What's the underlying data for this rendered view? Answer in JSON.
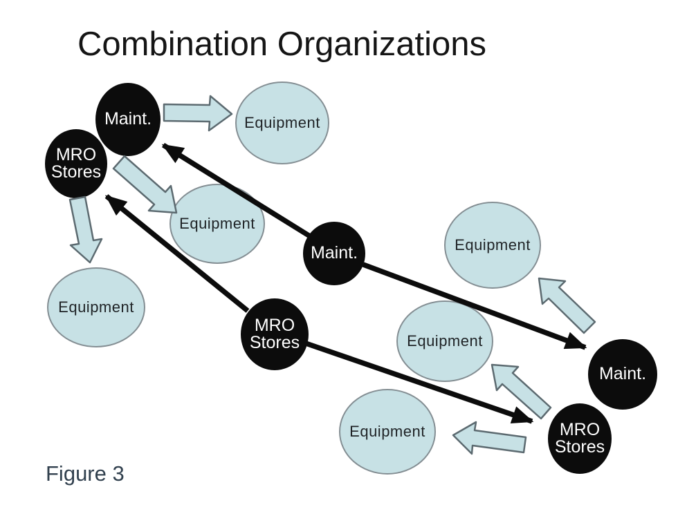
{
  "title": "Combination Organizations",
  "caption": "Figure 3",
  "colors": {
    "background": "#ffffff",
    "node_black_fill": "#0c0c0c",
    "node_black_text": "#ffffff",
    "node_blue_fill": "#c7e1e5",
    "node_blue_border": "#848e93",
    "block_arrow_fill": "#c7e1e5",
    "block_arrow_border": "#5c6a70",
    "black_arrow": "#0c0c0c",
    "caption_text": "#31404e",
    "title_text": "#151515"
  },
  "nodes": [
    {
      "id": "maint-top-left",
      "label": "Maint.",
      "type": "black-circle"
    },
    {
      "id": "mro-top-left",
      "label": "MRO\nStores",
      "type": "black-circle"
    },
    {
      "id": "equipment-top",
      "label": "Equipment",
      "type": "blue-ellipse"
    },
    {
      "id": "equipment-mid-left",
      "label": "Equipment",
      "type": "blue-ellipse"
    },
    {
      "id": "equipment-bottom-left",
      "label": "Equipment",
      "type": "blue-ellipse"
    },
    {
      "id": "maint-center",
      "label": "Maint.",
      "type": "black-circle"
    },
    {
      "id": "mro-center",
      "label": "MRO\nStores",
      "type": "black-circle"
    },
    {
      "id": "equipment-right-top",
      "label": "Equipment",
      "type": "blue-ellipse"
    },
    {
      "id": "equipment-right-mid",
      "label": "Equipment",
      "type": "blue-ellipse"
    },
    {
      "id": "equipment-bottom",
      "label": "Equipment",
      "type": "blue-ellipse"
    },
    {
      "id": "maint-right",
      "label": "Maint.",
      "type": "black-circle"
    },
    {
      "id": "mro-right",
      "label": "MRO\nStores",
      "type": "black-circle"
    }
  ],
  "edges": [
    {
      "from": "maint-top-left",
      "to": "equipment-top",
      "style": "blue-block-arrow"
    },
    {
      "from": "mro-top-left",
      "to": "equipment-mid-left",
      "style": "blue-block-arrow"
    },
    {
      "from": "mro-top-left",
      "to": "equipment-bottom-left",
      "style": "blue-block-arrow"
    },
    {
      "from": "maint-center",
      "to": "maint-top-left",
      "style": "black-arrow"
    },
    {
      "from": "mro-center",
      "to": "mro-top-left",
      "style": "black-arrow"
    },
    {
      "from": "maint-center",
      "to": "maint-right",
      "style": "black-arrow"
    },
    {
      "from": "mro-center",
      "to": "mro-right",
      "style": "black-arrow"
    },
    {
      "from": "maint-right",
      "to": "equipment-right-top",
      "style": "blue-block-arrow"
    },
    {
      "from": "mro-right",
      "to": "equipment-right-mid",
      "style": "blue-block-arrow"
    },
    {
      "from": "mro-right",
      "to": "equipment-bottom",
      "style": "blue-block-arrow"
    }
  ]
}
